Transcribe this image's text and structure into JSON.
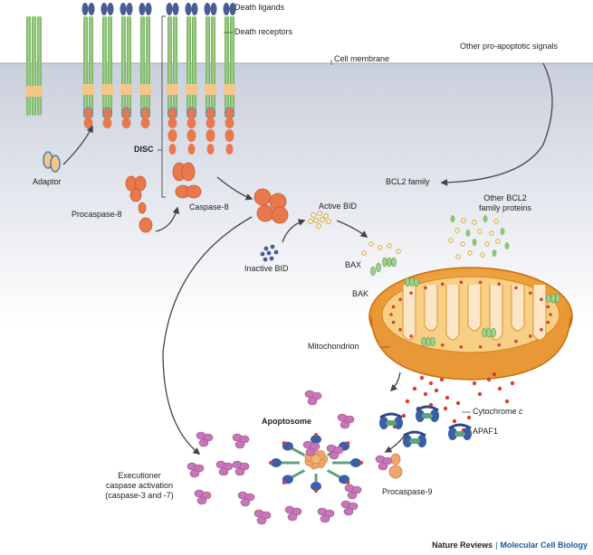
{
  "labels": {
    "death_ligands": "Death ligands",
    "death_receptors": "Death receptors",
    "cell_membrane": "Cell membrane",
    "other_pro_apoptotic_signals": "Other pro-apoptotic signals",
    "adaptor": "Adaptor",
    "disc": "DISC",
    "procaspase_8": "Procaspase-8",
    "caspase_8": "Caspase-8",
    "bcl2_family": "BCL2 family",
    "active_bid": "Active BID",
    "other_bcl2_family_proteins_line1": "Other BCL2",
    "other_bcl2_family_proteins_line2": "family proteins",
    "inactive_bid": "Inactive BID",
    "bax": "BAX",
    "bak": "BAK",
    "mitochondrion": "Mitochondrion",
    "cytochrome_prefix": "Cytochrome ",
    "cytochrome_c": "c",
    "apaf1": "APAF1",
    "apoptosome": "Apoptosome",
    "procaspase_9": "Procaspase-9",
    "executioner_line1": "Executioner",
    "executioner_line2": "caspase activation",
    "executioner_line3": "(caspase-3 and -7)"
  },
  "credit": {
    "publisher": "Nature Reviews",
    "separator": "|",
    "journal": "Molecular Cell Biology"
  },
  "colors": {
    "cytoplasm": "#dde1ea",
    "receptor": "#8dc07a",
    "ligand": "#4a5c96",
    "membrane_band": "#f2c88a",
    "caspase": "#e9784c",
    "bid": "#e8c46a",
    "mitochondrion_outer": "#f1a540",
    "cristae": "#fbe7c7",
    "cytochrome": "#d8402e",
    "apaf1": "#3a5fa8",
    "executioner": "#c777b8",
    "arrow": "#444444"
  }
}
